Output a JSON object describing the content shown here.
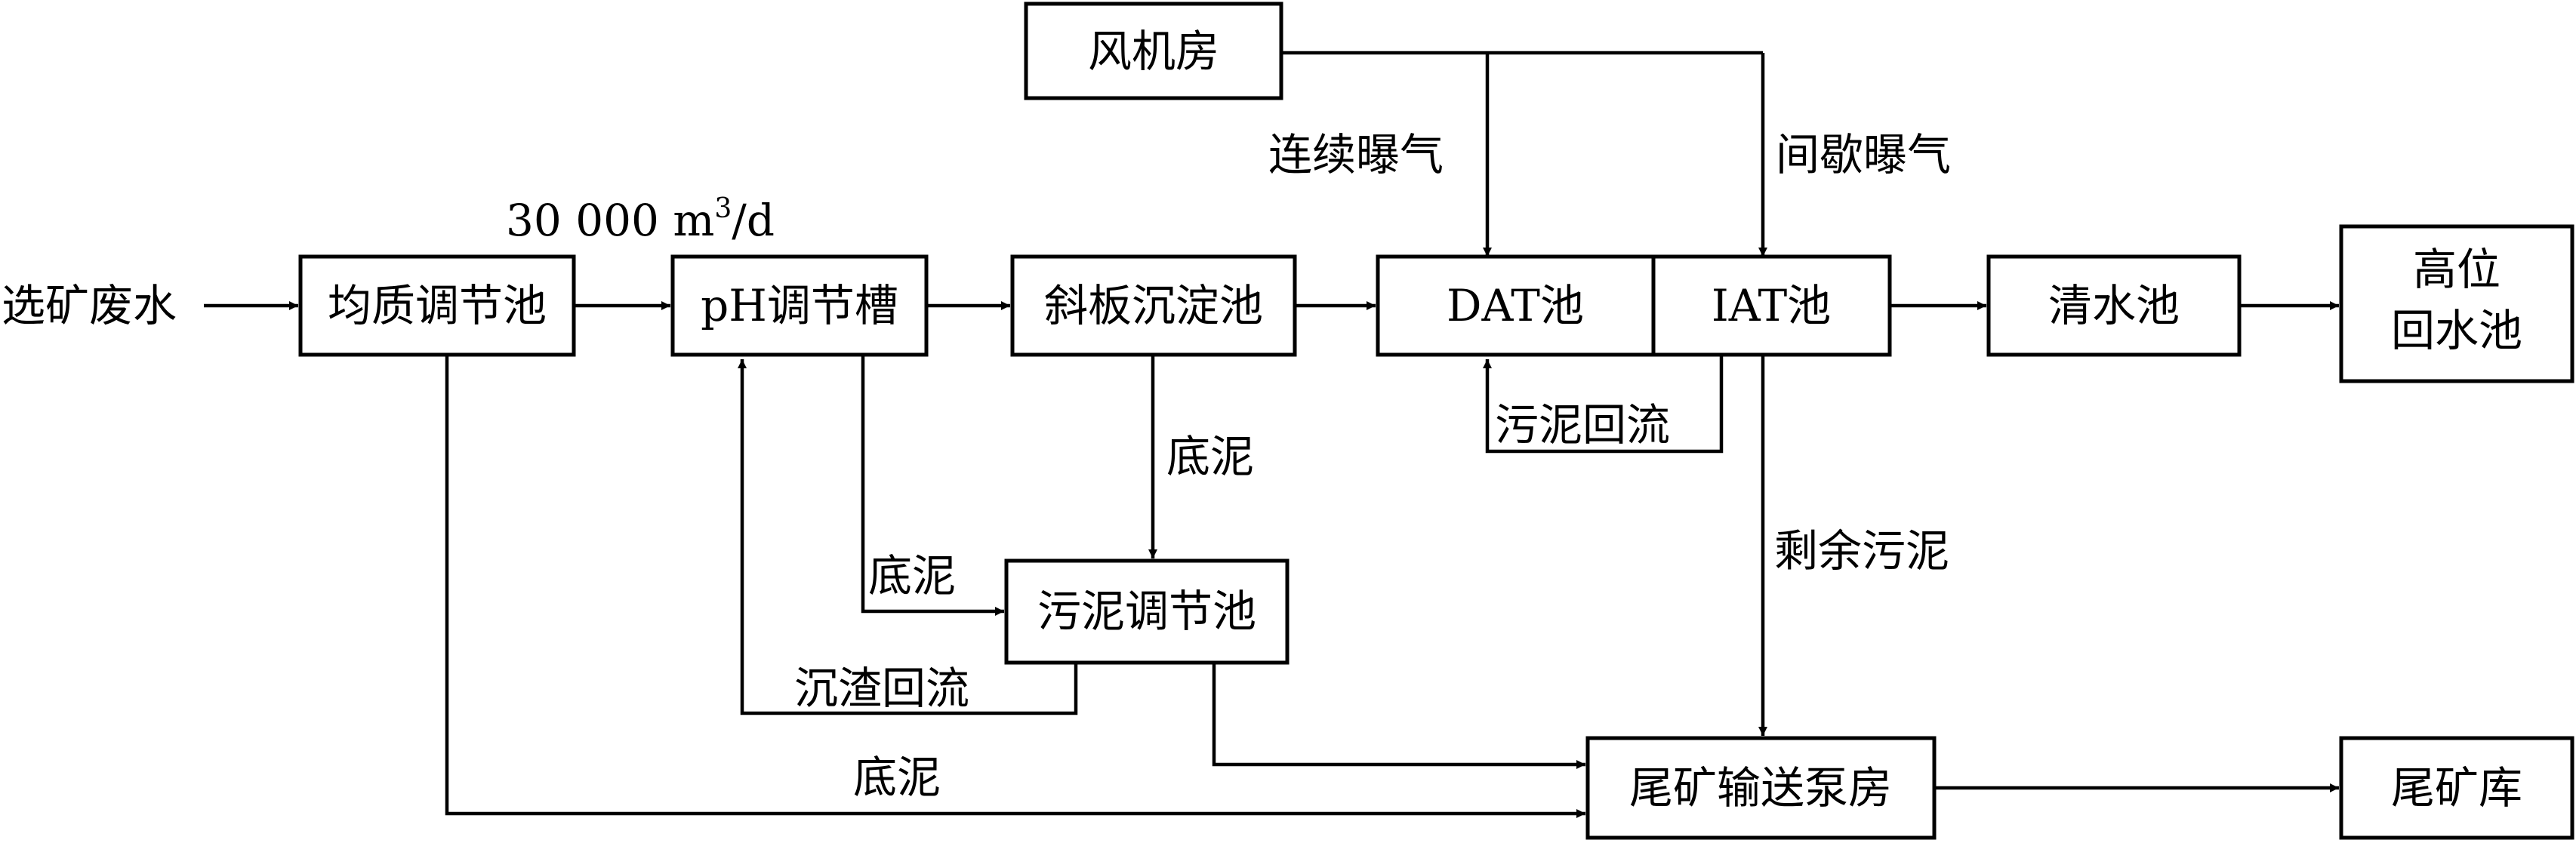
{
  "nodes": {
    "blower": "风机房",
    "equalization": "均质调节池",
    "ph_tank": "pH调节槽",
    "inclined_settler": "斜板沉淀池",
    "dat": "DAT池",
    "iat": "IAT池",
    "clear_water": "清水池",
    "high_return_line1": "高位",
    "high_return_line2": "回水池",
    "sludge_tank": "污泥调节池",
    "pump_house": "尾矿输送泵房",
    "tailings_pond": "尾矿库"
  },
  "labels": {
    "input": "选矿废水",
    "flow_prefix": "30 000 m",
    "flow_sup": "3",
    "flow_suffix": "/d",
    "continuous_aeration": "连续曝气",
    "intermittent_aeration": "间歇曝气",
    "sludge_return": "污泥回流",
    "bottom_sludge_settler": "底泥",
    "bottom_sludge_ph": "底泥",
    "residue_return": "沉渣回流",
    "excess_sludge": "剩余污泥",
    "bottom_sludge_equalization": "底泥"
  }
}
